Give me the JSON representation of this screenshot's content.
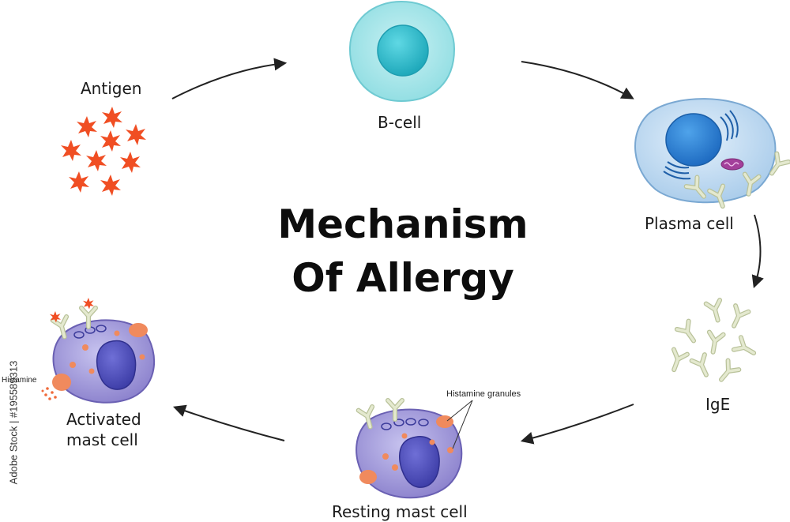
{
  "title": {
    "line1": "Mechanism",
    "line2": "Of Allergy"
  },
  "labels": {
    "antigen": "Antigen",
    "bcell": "B-cell",
    "plasma_cell": "Plasma cell",
    "ige": "IgE",
    "resting_mast_cell": "Resting mast cell",
    "activated_line1": "Activated",
    "activated_line2": "mast cell",
    "histamine_granules": "Histamine granules",
    "histamine": "Histamine"
  },
  "watermark": {
    "stock_id": "Adobe Stock | #195589313"
  },
  "colors": {
    "antigen": "#f04e23",
    "bcell": "#7fd6dc",
    "bcell_nucleus": "#2bb7c8",
    "plasma": "#b9d7ef",
    "plasma_nucleus": "#2e7fd0",
    "mitochondrion": "#a3409b",
    "mast_cell": "#8f86cf",
    "mast_nucleus": "#4b4bb3",
    "granule": "#f08a5d",
    "antibody": "#d8dfc0",
    "arrow": "#222222"
  }
}
